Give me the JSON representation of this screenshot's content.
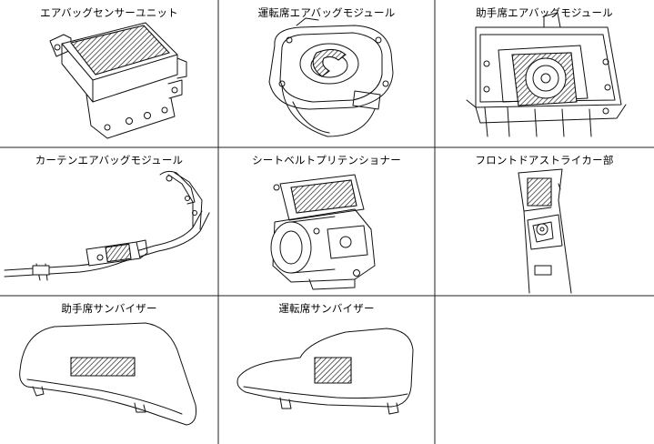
{
  "cells": [
    {
      "label": "エアバッグセンサーユニット"
    },
    {
      "label": "運転席エアバッグモジュール"
    },
    {
      "label": "助手席エアバッグモジュール"
    },
    {
      "label": "カーテンエアバッグモジュール"
    },
    {
      "label": "シートベルトプリテンショナー"
    },
    {
      "label": "フロントドアストライカー部"
    },
    {
      "label": "助手席サンバイザー"
    },
    {
      "label": "運転席サンバイザー"
    }
  ]
}
